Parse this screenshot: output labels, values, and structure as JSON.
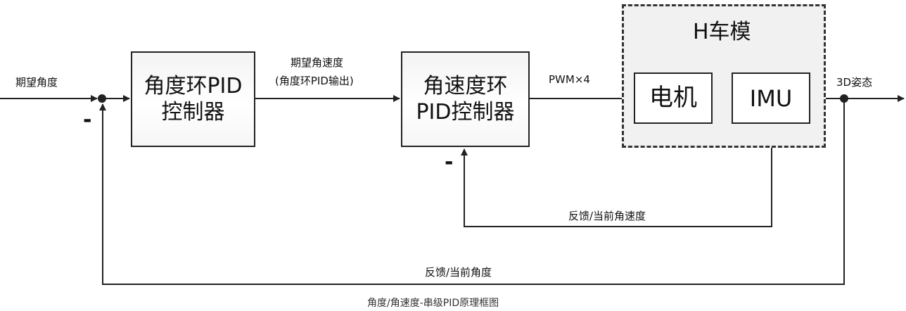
{
  "blocks": {
    "angle_pid": "角度环PID\n控制器",
    "rate_pid": "角速度环\nPID控制器",
    "motor": "电机",
    "imu": "IMU"
  },
  "group_title": "H车模",
  "signals": {
    "input": "期望角度",
    "mid_line1": "期望角速度",
    "mid_line2": "(角度环PID输出)",
    "pwm": "PWM×4",
    "output": "3D姿态",
    "inner_feedback": "反馈/当前角速度",
    "outer_feedback": "反馈/当前角度"
  },
  "signs": {
    "outer_minus": "-",
    "inner_minus": "-"
  },
  "caption": "角度/角速度-串级PID原理框图",
  "colors": {
    "line": "#222222",
    "group_bg": "#f1f1f1",
    "group_border": "#333333"
  }
}
